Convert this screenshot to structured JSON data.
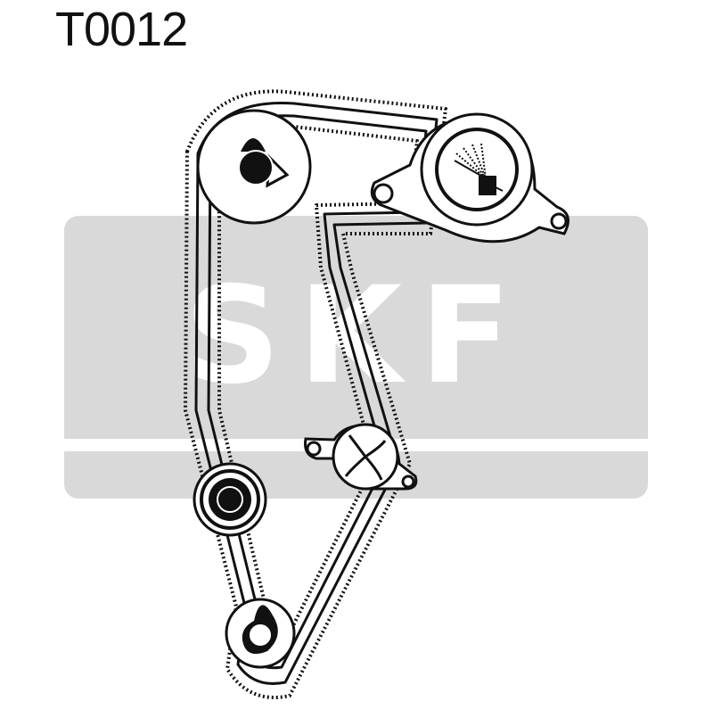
{
  "header": {
    "part_code": "T0012"
  },
  "logo": {
    "text": "SKF",
    "fill": "#d9d9d9",
    "letter_color": "#ffffff"
  },
  "colors": {
    "ink": "#111111",
    "paper": "#ffffff"
  },
  "parts": [
    {
      "id": "camshaft-sprocket",
      "icon": "sprocket-with-key-icon"
    },
    {
      "id": "tensioner-pulley",
      "icon": "tensioner-with-spring-icon"
    },
    {
      "id": "water-pump-pulley",
      "icon": "impeller-pulley-icon"
    },
    {
      "id": "idler-pulley",
      "icon": "idler-pulley-icon"
    },
    {
      "id": "crankshaft-sprocket",
      "icon": "sprocket-with-key-icon"
    }
  ]
}
